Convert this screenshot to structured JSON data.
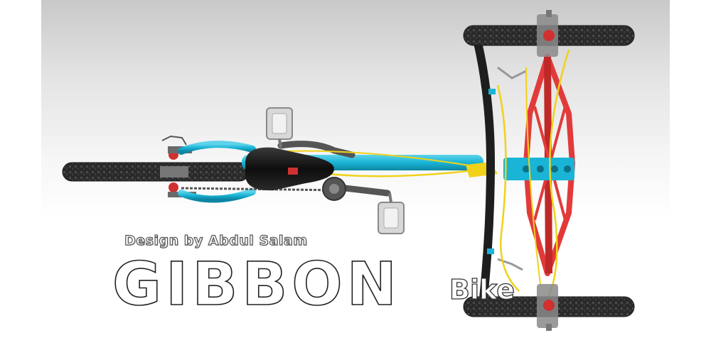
{
  "image": {
    "subject": "top view bicycle render",
    "colors": {
      "frame": "#19b4d6",
      "front_frame": "#e23a3a",
      "cable": "#f0d21a",
      "tire": "#2a2a2a",
      "saddle": "#111111",
      "pedal": "#d8d8d8",
      "handlebar": "#1e1e1e"
    }
  },
  "credit": {
    "text": "Design by Abdul Salam"
  },
  "brand": {
    "name": "GIBBON",
    "suffix": "Bike"
  }
}
